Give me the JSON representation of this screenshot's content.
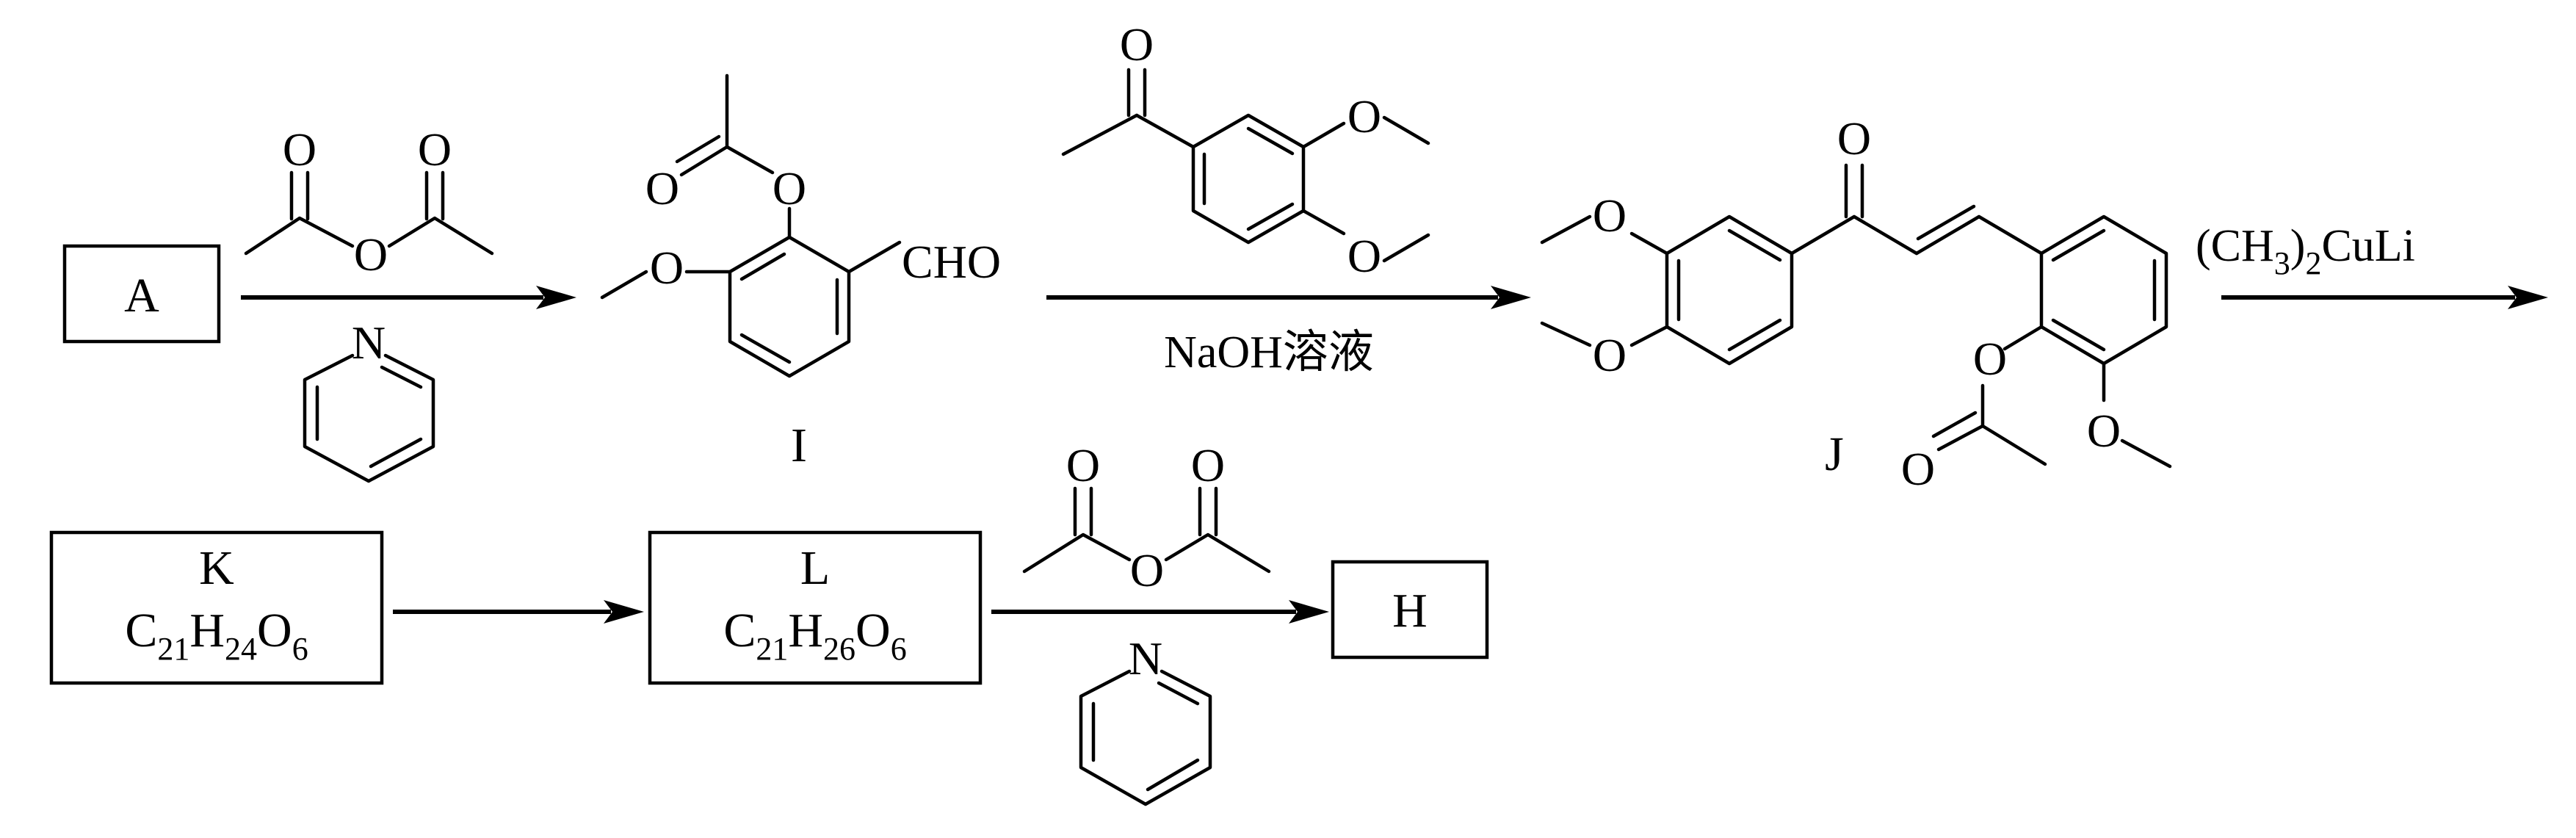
{
  "compounds": {
    "A": "A",
    "I": "I",
    "J": "J",
    "K": "K",
    "L": "L",
    "H": "H"
  },
  "formulas": {
    "K": {
      "C": "C",
      "c_sub": "21",
      "H": "H",
      "h_sub": "24",
      "O": "O",
      "o_sub": "6"
    },
    "L": {
      "C": "C",
      "c_sub": "21",
      "H": "H",
      "h_sub": "26",
      "O": "O",
      "o_sub": "6"
    }
  },
  "atoms": {
    "oxygen": "O",
    "nitrogen": "N",
    "aldehyde": "CHO"
  },
  "reagents": {
    "naoh": "NaOH溶液",
    "cuprate": {
      "open": "(CH",
      "sub1": "3",
      "mid": ")",
      "sub2": "2",
      "tail": "CuLi"
    }
  }
}
